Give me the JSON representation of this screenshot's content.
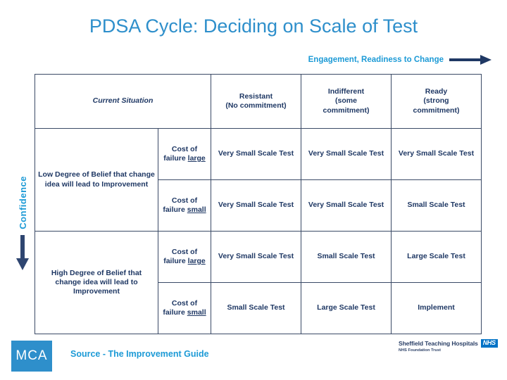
{
  "slide": {
    "title": "PDSA Cycle: Deciding on Scale of Test",
    "top_axis_label": "Engagement, Readiness to Change",
    "side_axis_label": "Confidence",
    "accent_blue": "#2E8FCB",
    "accent_teal": "#1C9AD6",
    "arrow_navy": "#2E4570"
  },
  "matrix": {
    "header": {
      "situation": "Current Situation",
      "columns": [
        {
          "label": "Resistant\n(No commitment)",
          "line1": "Resistant",
          "line2": "(No commitment)",
          "bg": "#AED9EE"
        },
        {
          "label": "Indifferent\n(some commitment)",
          "line1": "Indifferent",
          "line2": "(some",
          "line3": "commitment)",
          "bg": "#FAFA78"
        },
        {
          "label": "Ready\n(strong commitment)",
          "line1": "Ready",
          "line2": "(strong",
          "line3": "commitment)",
          "bg": "#C6E6A1"
        }
      ]
    },
    "belief_low": "Low Degree of Belief that change idea will lead to Improvement",
    "belief_high": "High Degree of Belief that change idea will lead to Improvement",
    "cost_large_prefix": "Cost of failure ",
    "cost_large_word": "large",
    "cost_small_prefix": "Cost of failure ",
    "cost_small_word": "small",
    "rows": [
      {
        "cost": "large",
        "cells": [
          "Very Small Scale Test",
          "Very Small Scale Test",
          "Very Small Scale Test"
        ]
      },
      {
        "cost": "small",
        "cells": [
          "Very Small Scale Test",
          "Very Small Scale Test",
          "Small Scale Test"
        ]
      },
      {
        "cost": "large",
        "cells": [
          "Very Small Scale Test",
          "Small Scale Test",
          "Large Scale Test"
        ]
      },
      {
        "cost": "small",
        "cells": [
          "Small Scale Test",
          "Large Scale Test",
          "Implement"
        ]
      }
    ]
  },
  "footer": {
    "mca_logo_text": "MCA",
    "source_text": "Source - The Improvement Guide",
    "nhs_trust_name": "Sheffield Teaching Hospitals",
    "nhs_badge": "NHS",
    "nhs_subtitle": "NHS Foundation Trust"
  }
}
